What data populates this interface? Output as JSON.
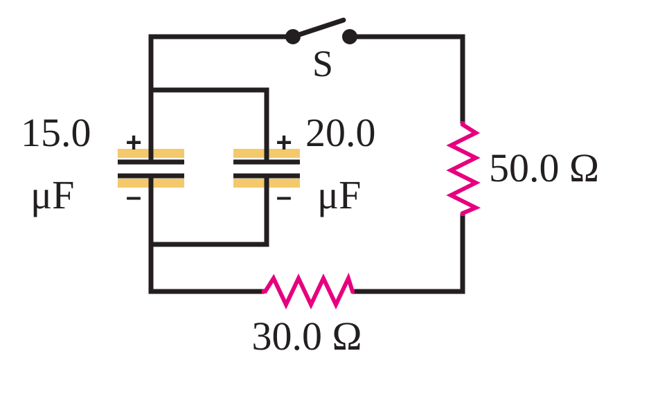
{
  "colors": {
    "wire": "#231f20",
    "resistor": "#e6007e",
    "capacitor_highlight": "#f3c96b"
  },
  "switch": {
    "label": "S"
  },
  "capacitor_left": {
    "value": "15.0",
    "unit": "μF",
    "positive_sign": "+",
    "negative_sign": "–"
  },
  "capacitor_right": {
    "value": "20.0",
    "unit": "μF",
    "positive_sign": "+",
    "negative_sign": "–"
  },
  "resistor_right": {
    "label": "50.0 Ω"
  },
  "resistor_bottom": {
    "label": "30.0 Ω"
  }
}
